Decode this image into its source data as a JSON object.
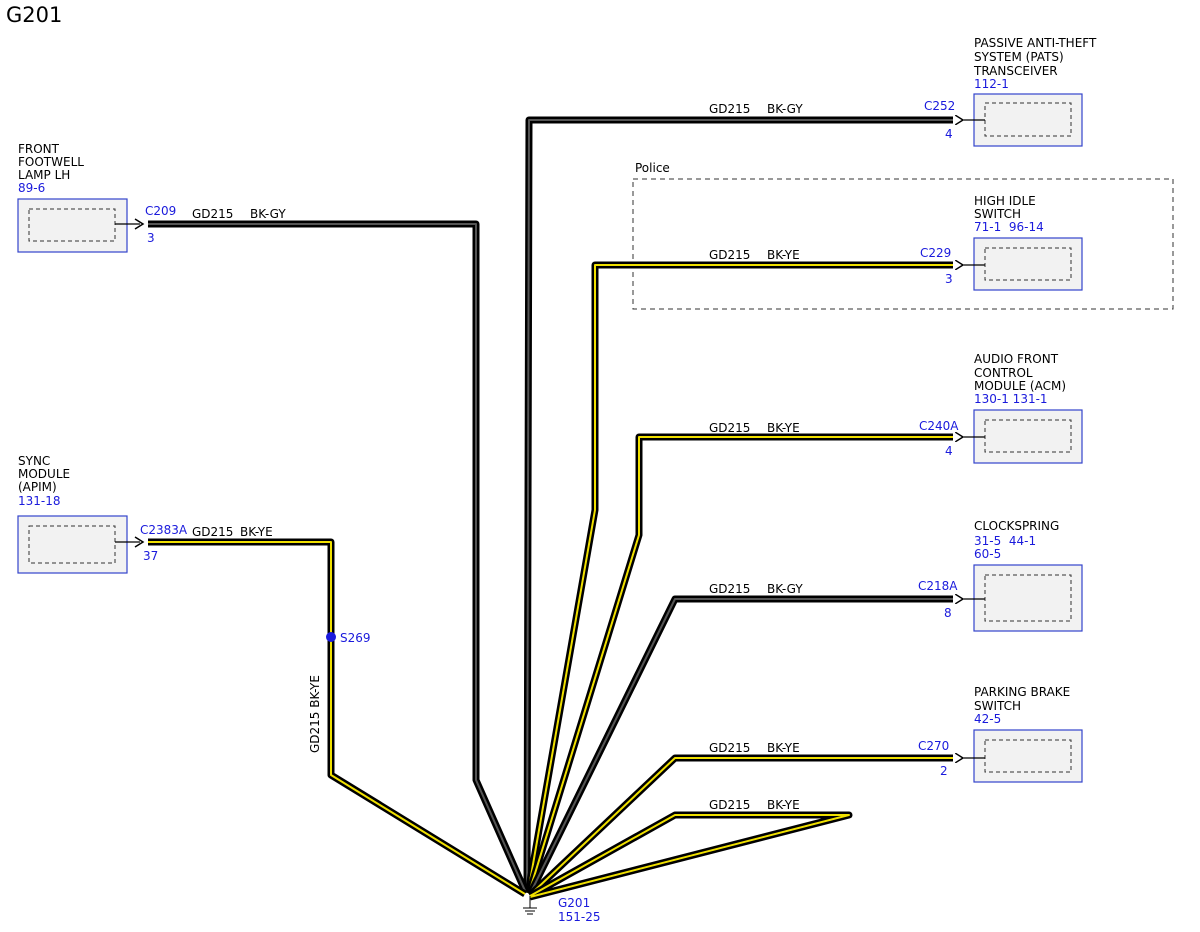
{
  "page_title": "G201",
  "colors": {
    "wire_outer": "#000000",
    "wire_black_core": "#555555",
    "wire_yellow_core": "#f0e000",
    "ref_blue": "#1a1adc",
    "box_border": "#3344cc",
    "box_fill": "#f2f2f2"
  },
  "police_region_label": "Police",
  "components": {
    "pats": {
      "lines": [
        "PASSIVE ANTI-THEFT",
        "SYSTEM (PATS)",
        "TRANSCEIVER"
      ],
      "refs": [
        "112-1"
      ],
      "connector": "C252",
      "pin": "4"
    },
    "high_idle": {
      "lines": [
        "HIGH IDLE",
        "SWITCH"
      ],
      "refs": [
        "71-1  96-14"
      ],
      "connector": "C229",
      "pin": "3"
    },
    "acm": {
      "lines": [
        "AUDIO FRONT",
        "CONTROL",
        "MODULE (ACM)"
      ],
      "refs": [
        "130-1 131-1"
      ],
      "connector": "C240A",
      "pin": "4"
    },
    "clockspring": {
      "lines": [
        "CLOCKSPRING"
      ],
      "refs": [
        "31-5  44-1",
        "60-5"
      ],
      "connector": "C218A",
      "pin": "8"
    },
    "parking_brake": {
      "lines": [
        "PARKING BRAKE",
        "SWITCH"
      ],
      "refs": [
        "42-5"
      ],
      "connector": "C270",
      "pin": "2"
    },
    "footwell": {
      "lines": [
        "FRONT",
        "FOOTWELL",
        "LAMP LH"
      ],
      "refs": [
        "89-6"
      ],
      "connector": "C209",
      "pin": "3"
    },
    "sync": {
      "lines": [
        "SYNC",
        "MODULE",
        "(APIM)"
      ],
      "refs": [
        "131-18"
      ],
      "connector": "C2383A",
      "pin": "37"
    }
  },
  "wires": {
    "pats": {
      "circuit": "GD215",
      "color": "BK-GY"
    },
    "high_idle": {
      "circuit": "GD215",
      "color": "BK-YE"
    },
    "acm": {
      "circuit": "GD215",
      "color": "BK-YE"
    },
    "clockspring": {
      "circuit": "GD215",
      "color": "BK-GY"
    },
    "parking_brake": {
      "circuit": "GD215",
      "color": "BK-YE"
    },
    "loop": {
      "circuit": "GD215",
      "color": "BK-YE"
    },
    "footwell": {
      "circuit": "GD215",
      "color": "BK-GY"
    },
    "sync": {
      "circuit": "GD215",
      "color": "BK-YE"
    },
    "sync_vertical_label": "GD215 BK-YE"
  },
  "splice": {
    "label": "S269"
  },
  "ground": {
    "label": "G201",
    "ref": "151-25"
  }
}
